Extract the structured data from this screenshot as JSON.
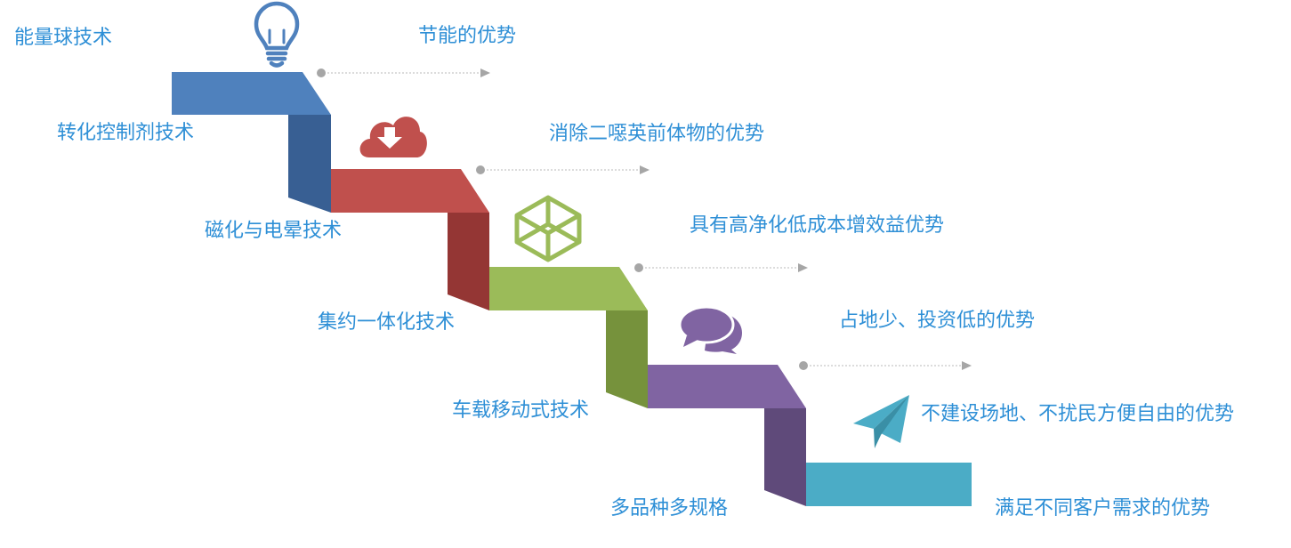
{
  "techniques": [
    "能量球技术",
    "转化控制剂技术",
    "磁化与电晕技术",
    "集约一体化技术",
    "车载移动式技术",
    "多品种多规格"
  ],
  "advantages": [
    "节能的优势",
    "消除二噁英前体物的优势",
    "具有高净化低成本增效益优势",
    "占地少、投资低的优势",
    "不建设场地、不扰民方便自由的优势",
    "满足不同客户需求的优势"
  ],
  "colors": {
    "label": "#2e8fd6",
    "step_blue": "#4f81bd",
    "step_red": "#c0504d",
    "step_green": "#9bbb59",
    "step_purple": "#8064a2",
    "step_teal": "#4bacc6",
    "connector": "#a6a6a6"
  },
  "icons": [
    "lightbulb-icon",
    "cloud-download-icon",
    "cube-icon",
    "chat-bubbles-icon",
    "paper-plane-icon"
  ]
}
